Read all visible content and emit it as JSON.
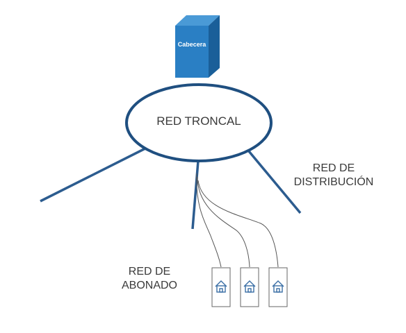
{
  "diagram": {
    "headend": {
      "label": "Cabecera"
    },
    "trunk": {
      "label": "RED TRONCAL"
    },
    "distribution": {
      "line1": "RED DE",
      "line2": "DISTRIBUCIÓN"
    },
    "subscriber": {
      "line1": "RED DE",
      "line2": "ABONADO"
    },
    "colors": {
      "server_front": "#2a7fc4",
      "server_side": "#1a5f99",
      "server_top": "#4a9ad6",
      "trunk_ring": "#1f4f80",
      "distribution_line": "#2c5c8f",
      "drop_cable": "#555555",
      "house_icon": "#3a6ea5",
      "label_text": "#3a3a3a"
    },
    "homes": [
      "house-icon",
      "house-icon",
      "house-icon"
    ]
  }
}
